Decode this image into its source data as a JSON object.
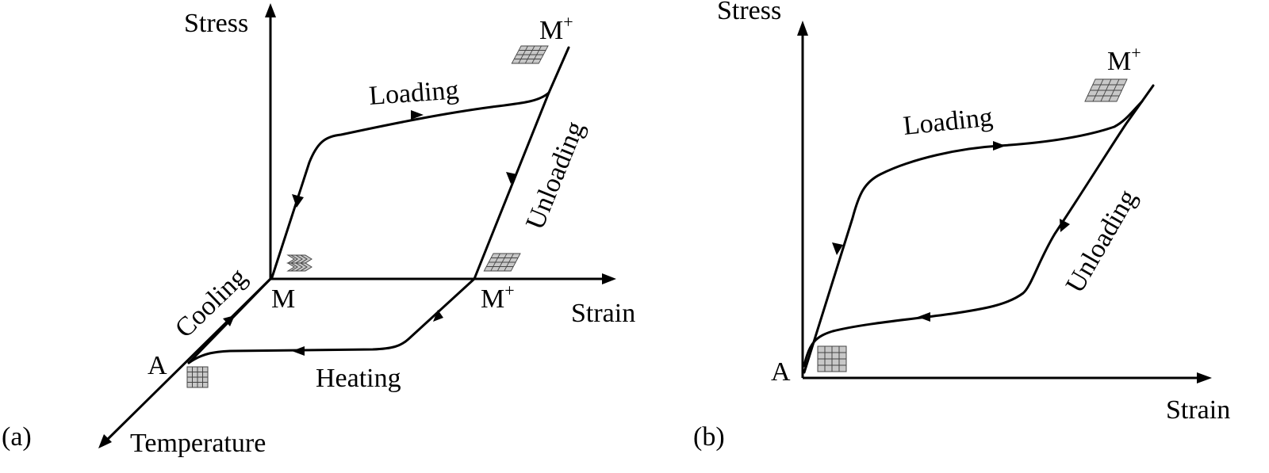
{
  "panel_a": {
    "tag": "(a)",
    "axis_stress": "Stress",
    "axis_strain": "Strain",
    "axis_temperature": "Temperature",
    "point_m": "M",
    "point_m_plus_top": "M",
    "point_m_plus_bottom": "M",
    "point_a": "A",
    "plus": "+",
    "path_loading": "Loading",
    "path_unloading": "Unloading",
    "path_cooling": "Cooling",
    "path_heating": "Heating"
  },
  "panel_b": {
    "tag": "(b)",
    "axis_stress": "Stress",
    "axis_strain": "Strain",
    "point_a": "A",
    "point_m_plus": "M",
    "plus": "+",
    "path_loading": "Loading",
    "path_unloading": "Unloading"
  }
}
